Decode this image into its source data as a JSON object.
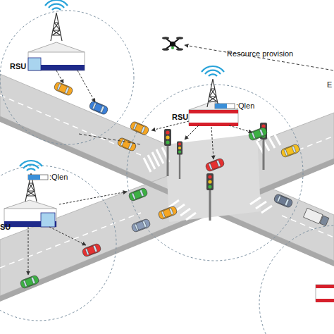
{
  "diagram": {
    "labels": [
      "RSU",
      "Resource provision",
      "E",
      "RSU",
      ":Qlen",
      ":Qlen",
      "SU"
    ]
  }
}
